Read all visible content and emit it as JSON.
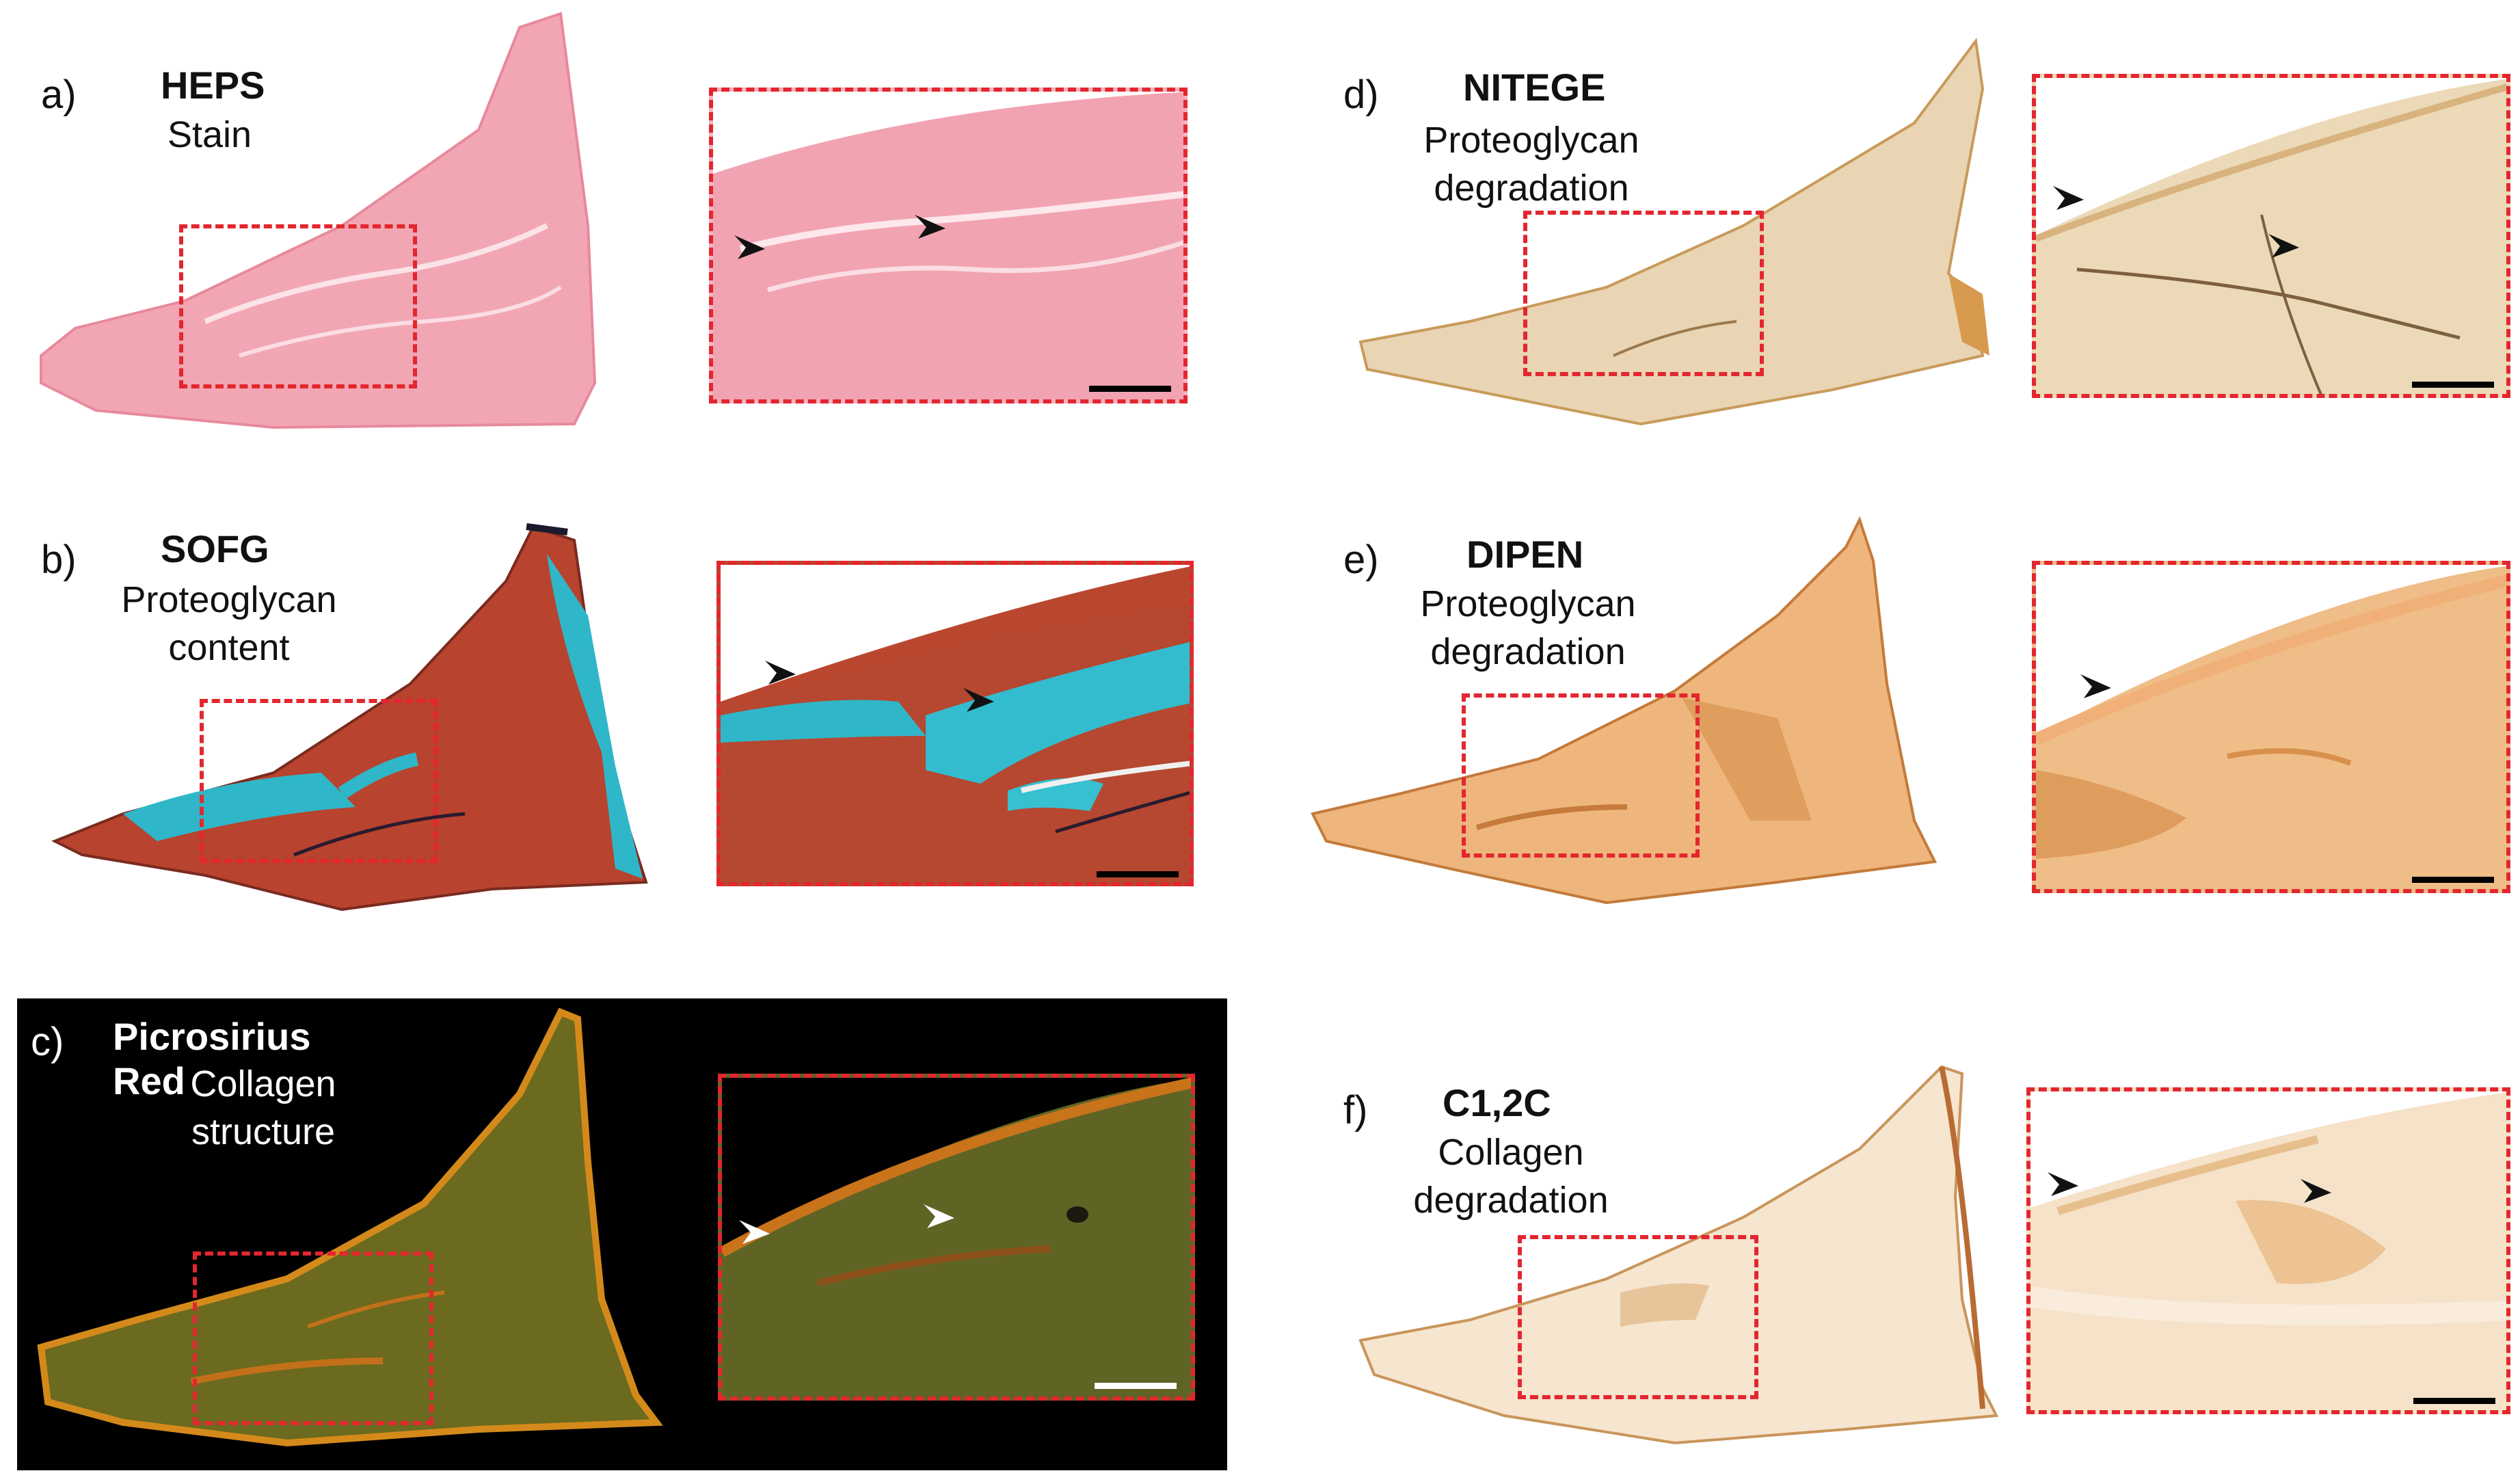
{
  "panels": {
    "a": {
      "letter": "a)",
      "stain": "HEPS",
      "desc": [
        "Stain"
      ],
      "tissue_color": "#f2a6b4",
      "inset_color": "#f4b3bf",
      "arrow_color": "#111111",
      "scalebar_color": "#000000"
    },
    "b": {
      "letter": "b)",
      "stain": "SOFG",
      "desc": [
        "Proteoglycan",
        "content"
      ],
      "tissue_color": "#b8432e",
      "inset_color": "#b9472f",
      "accent_color": "#2fb7c9",
      "arrow_color": "#111111",
      "scalebar_color": "#000000"
    },
    "c": {
      "letter": "c)",
      "stain": "Picrosirius Red",
      "desc": [
        "Collagen",
        "structure"
      ],
      "tissue_color": "#6b6a1e",
      "inset_color": "#5f6424",
      "edge_color": "#d48a1a",
      "arrow_color": "#ffffff",
      "scalebar_color": "#ffffff",
      "background": "#000000"
    },
    "d": {
      "letter": "d)",
      "stain": "NITEGE",
      "desc": [
        "Proteoglycan",
        "degradation"
      ],
      "tissue_color": "#e9d5b4",
      "inset_color": "#ecd9b8",
      "arrow_color": "#111111",
      "scalebar_color": "#000000"
    },
    "e": {
      "letter": "e)",
      "stain": "DIPEN",
      "desc": [
        "Proteoglycan",
        "degradation"
      ],
      "tissue_color": "#eeb67c",
      "inset_color": "#efbd88",
      "arrow_color": "#111111",
      "scalebar_color": "#000000"
    },
    "f": {
      "letter": "f)",
      "stain": "C1,2C",
      "desc": [
        "Collagen",
        "degradation"
      ],
      "tissue_color": "#f6e5cf",
      "inset_color": "#f5e2c8",
      "arrow_color": "#111111",
      "scalebar_color": "#000000"
    }
  },
  "roi_color": "#e3262f"
}
